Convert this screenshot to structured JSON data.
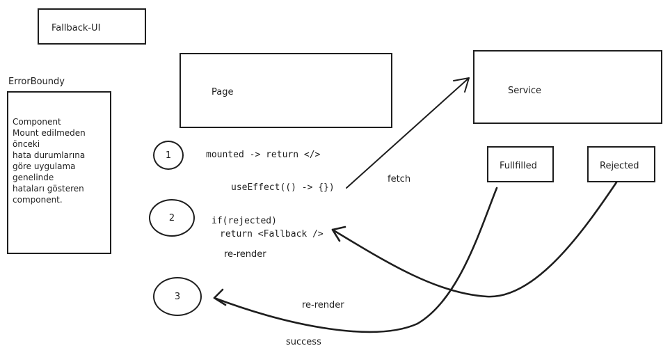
{
  "boxes": {
    "fallback_ui": "Fallback-UI",
    "page": "Page",
    "service": "Service",
    "fullfilled": "Fullfilled",
    "rejected": "Rejected"
  },
  "error_boundary": {
    "title": "ErrorBoundy",
    "description": "Component\nMount edilmeden\nönceki\nhata durumlarına\ngöre uygulama\ngenelinde\nhataları gösteren\ncomponent."
  },
  "steps": [
    "1",
    "2",
    "3"
  ],
  "code": {
    "mounted": "mounted -> return </>",
    "use_effect": "useEffect(() -> {})",
    "if_rejected": "if(rejected)",
    "return_fallback": "return <Fallback />",
    "re_render_1": "re-render"
  },
  "arrow_labels": {
    "fetch": "fetch",
    "re_render_2": "re-render",
    "success": "success"
  }
}
